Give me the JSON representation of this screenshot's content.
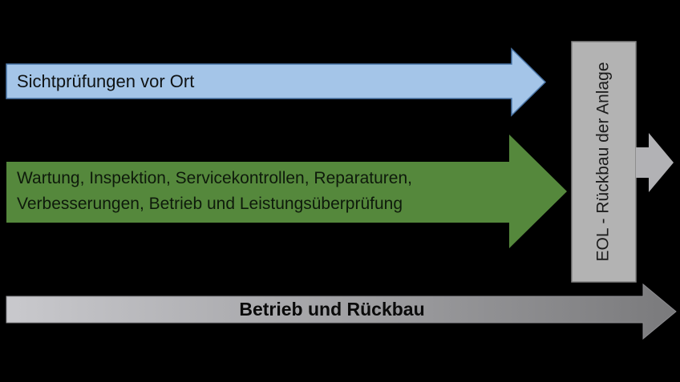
{
  "diagram": {
    "background": "#000000",
    "arrows": {
      "inspection": {
        "label": "Sichtprüfungen vor Ort",
        "fill": "#a4c5e8",
        "stroke": "#4a76a8"
      },
      "maintenance": {
        "label_line1": "Wartung, Inspektion, Servicekontrollen, Reparaturen,",
        "label_line2": "Verbesserungen, Betrieb und Leistungsüberprüfung",
        "fill": "#55883c",
        "stroke": "#55883c"
      },
      "operation": {
        "label": "Betrieb und Rückbau",
        "fill_start": "#c9c9cd",
        "fill_end": "#7a7a7c",
        "stroke": "#8c8c90"
      },
      "eol_exit": {
        "fill": "#b2b2b5"
      }
    },
    "eol_box": {
      "label": "EOL - Rückbau der Anlage",
      "fill": "#b3b3b3",
      "stroke": "#828282"
    }
  }
}
